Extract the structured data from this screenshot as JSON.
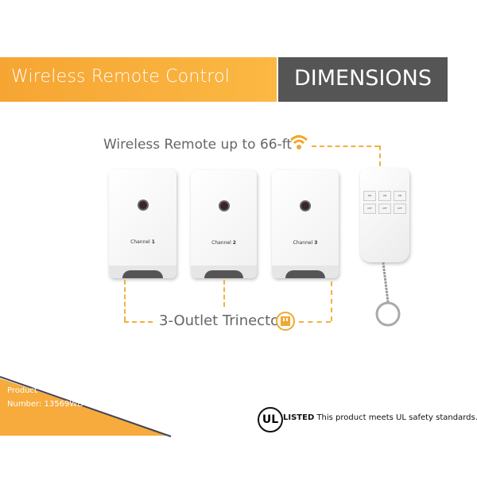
{
  "header": {
    "title": "Wireless Remote Control",
    "badge": "DIMENSIONS"
  },
  "labels": {
    "wireless": "Wireless Remote up to 66-ft",
    "trinector": "3-Outlet Trinector"
  },
  "outlets": [
    {
      "label": "Channel",
      "num": "1"
    },
    {
      "label": "Channel",
      "num": "2"
    },
    {
      "label": "Channel",
      "num": "3"
    }
  ],
  "remote": {
    "buttons": [
      "ON",
      "ON",
      "ON",
      "OFF",
      "OFF",
      "OFF"
    ]
  },
  "footer": {
    "product_line1": "Product",
    "product_line2": "Number: 13569WD",
    "ul_mark": "UL",
    "ul_listed": "LISTED",
    "ul_text": "This product meets UL safety standards."
  },
  "colors": {
    "orange": "#f6a533",
    "gray": "#555555",
    "dash": "#f0b23e"
  }
}
